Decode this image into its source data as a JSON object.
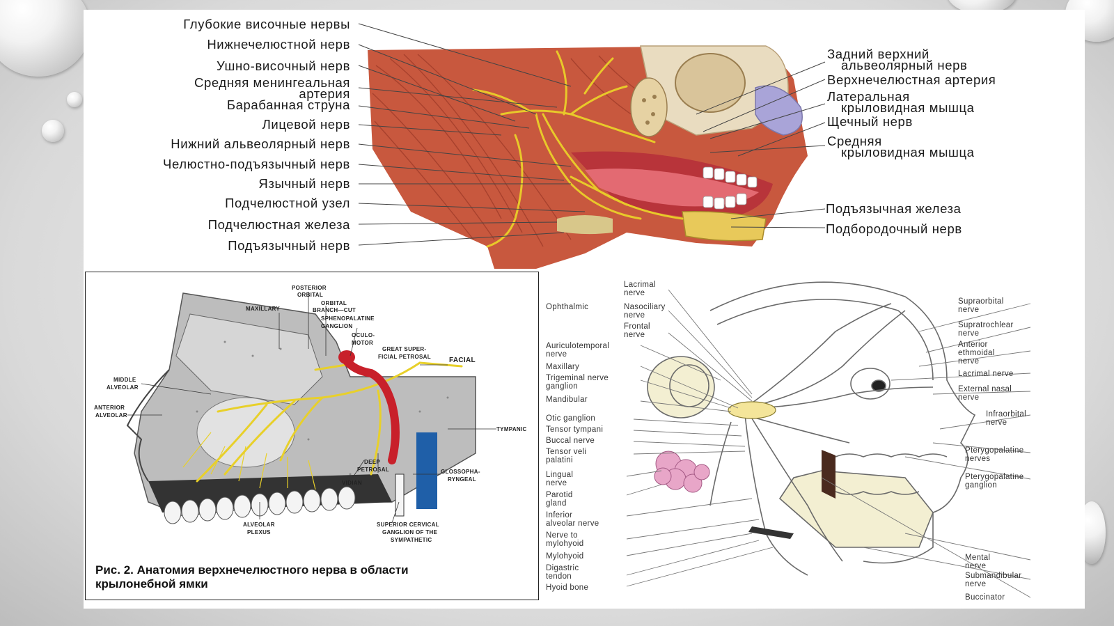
{
  "top_diagram": {
    "left_labels": [
      "Глубокие височные нервы",
      "Нижнечелюстной нерв",
      "Ушно-височный нерв",
      "Средняя менингеальная",
      "артерия",
      "Барабанная струна",
      "Лицевой нерв",
      "Нижний альвеолярный нерв",
      "Челюстно-подъязычный нерв",
      "Язычный нерв",
      "Подчелюстной узел",
      "Подчелюстная железа",
      "Подъязычный нерв"
    ],
    "right_labels": [
      "Задний верхний",
      "альвеолярный нерв",
      "Верхнечелюстная артерия",
      "Латеральная",
      "крыловидная мышца",
      "Щечный нерв",
      "Средняя",
      "крыловидная мышца",
      "Подъязычная железа",
      "Подбородочный нерв"
    ]
  },
  "bottom_left": {
    "labels": [
      "POSTERIOR",
      "ORBITAL",
      "MAXILLARY",
      "ORBITAL",
      "BRANCH—CUT",
      "SPHENOPALATINE",
      "GANGLION",
      "OCULO-",
      "MOTOR",
      "GREAT SUPER-",
      "FICIAL PETROSAL",
      "FACIAL",
      "MIDDLE",
      "ALVEOLAR",
      "ANTERIOR",
      "ALVEOLAR",
      "TYMPANIC",
      "DEEP",
      "PETROSAL",
      "GLOSSOPHA-",
      "RYNGEAL",
      "VIDIAN",
      "ALVEOLAR",
      "PLEXUS",
      "SUPERIOR CERVICAL",
      "GANGLION OF THE",
      "SYMPATHETIC"
    ],
    "caption_line1": "Рис. 2. Анатомия верхнечелюстного нерва в области",
    "caption_line2": "крылонебной ямки"
  },
  "bottom_right": {
    "left_labels": [
      "Lacrimal",
      "nerve",
      "Ophthalmic",
      "Nasociliary",
      "nerve",
      "Frontal",
      "nerve",
      "Auriculotemporal",
      "nerve",
      "Maxillary",
      "Trigeminal nerve",
      "ganglion",
      "Mandibular",
      "Otic ganglion",
      "Tensor tympani",
      "Buccal nerve",
      "Tensor veli",
      "palatini",
      "Lingual",
      "nerve",
      "Parotid",
      "gland",
      "Inferior",
      "alveolar nerve",
      "Nerve to",
      "mylohyoid",
      "Mylohyoid",
      "Digastric",
      "tendon",
      "Hyoid bone"
    ],
    "right_labels": [
      "Supraorbital",
      "nerve",
      "Supratrochlear",
      "nerve",
      "Anterior",
      "ethmoidal",
      "nerve",
      "Lacrimal nerve",
      "External nasal",
      "nerve",
      "Infraorbital",
      "nerve",
      "Pterygopalatine",
      "nerves",
      "Pterygopalatine",
      "ganglion",
      "Mental",
      "nerve",
      "Submandibular",
      "nerve",
      "Buccinator"
    ]
  },
  "colors": {
    "muscle": "#c8583e",
    "nerve": "#e8c92a",
    "bone": "#e9dcc0",
    "artery": "#c8202a",
    "vein": "#1f5fa8",
    "line_art": "#666666"
  }
}
